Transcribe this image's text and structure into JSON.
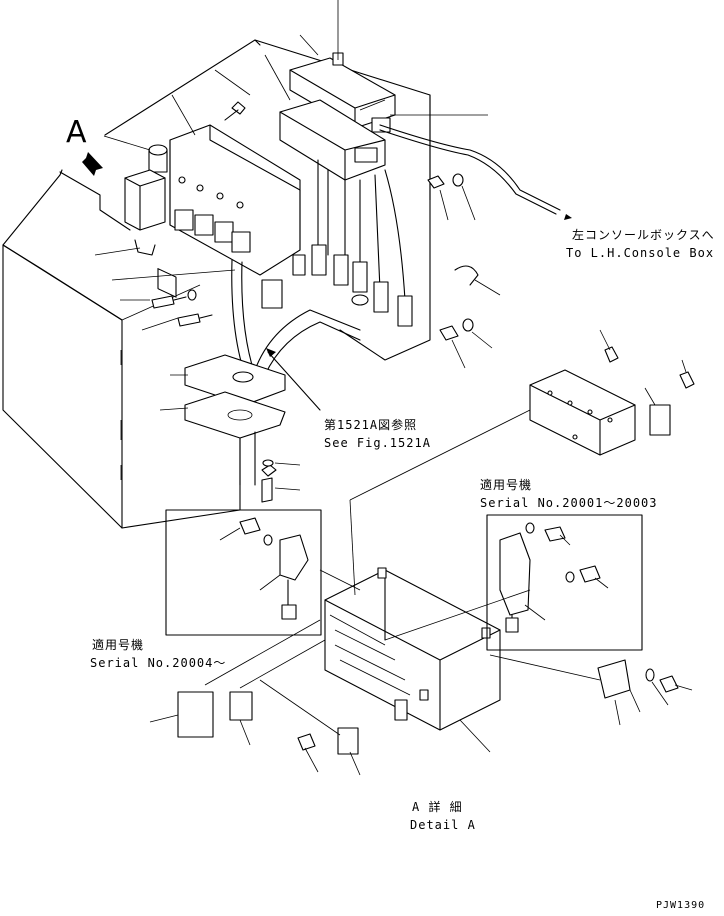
{
  "view_marker": "A",
  "notes": {
    "console_box_jp": "左コンソールボックスへ",
    "console_box_en": "To L.H.Console Box",
    "fig_ref_jp": "第1521A図参照",
    "fig_ref_en": "See Fig.1521A",
    "serial_a_jp": "適用号機",
    "serial_a_en": "Serial No.20001～20003",
    "serial_b_jp": "適用号機",
    "serial_b_en": "Serial No.20004～",
    "detail_jp": "A 詳 細",
    "detail_en": "Detail A"
  },
  "drawing_code": "PJW1390"
}
